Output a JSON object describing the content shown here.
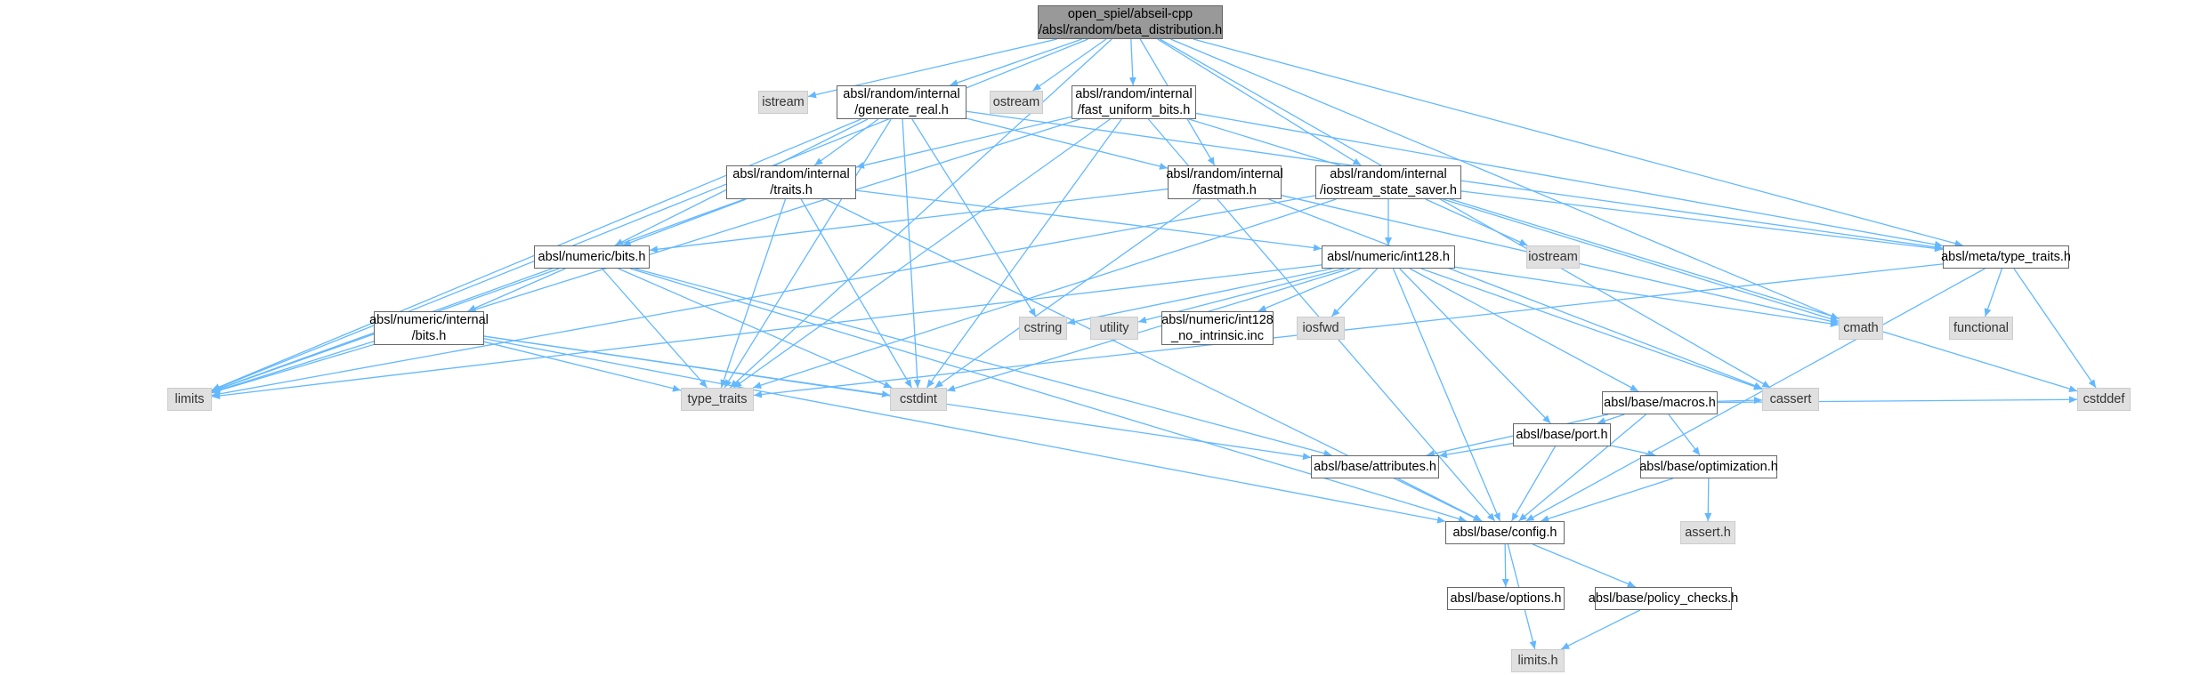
{
  "diagram": {
    "nodes": [
      {
        "id": "root",
        "kind": "root",
        "lines": [
          "open_spiel/abseil-cpp",
          "/absl/random/beta_distribution.h"
        ]
      },
      {
        "id": "istream",
        "kind": "sys",
        "lines": [
          "istream"
        ]
      },
      {
        "id": "generate_real",
        "kind": "file",
        "lines": [
          "absl/random/internal",
          "/generate_real.h"
        ]
      },
      {
        "id": "ostream",
        "kind": "sys",
        "lines": [
          "ostream"
        ]
      },
      {
        "id": "fast_uniform_bits",
        "kind": "file",
        "lines": [
          "absl/random/internal",
          "/fast_uniform_bits.h"
        ]
      },
      {
        "id": "traits",
        "kind": "file",
        "lines": [
          "absl/random/internal",
          "/traits.h"
        ]
      },
      {
        "id": "fastmath",
        "kind": "file",
        "lines": [
          "absl/random/internal",
          "/fastmath.h"
        ]
      },
      {
        "id": "iostream_state_saver",
        "kind": "file",
        "lines": [
          "absl/random/internal",
          "/iostream_state_saver.h"
        ]
      },
      {
        "id": "numeric_bits",
        "kind": "file",
        "lines": [
          "absl/numeric/bits.h"
        ]
      },
      {
        "id": "int128",
        "kind": "file",
        "lines": [
          "absl/numeric/int128.h"
        ]
      },
      {
        "id": "iostream",
        "kind": "sys",
        "lines": [
          "iostream"
        ]
      },
      {
        "id": "meta_type_traits",
        "kind": "file",
        "lines": [
          "absl/meta/type_traits.h"
        ]
      },
      {
        "id": "numeric_internal_bits",
        "kind": "file",
        "lines": [
          "absl/numeric/internal",
          "/bits.h"
        ]
      },
      {
        "id": "cstring",
        "kind": "sys",
        "lines": [
          "cstring"
        ]
      },
      {
        "id": "utility",
        "kind": "sys",
        "lines": [
          "utility"
        ]
      },
      {
        "id": "int128_inc",
        "kind": "file",
        "lines": [
          "absl/numeric/int128",
          "_no_intrinsic.inc"
        ]
      },
      {
        "id": "iosfwd",
        "kind": "sys",
        "lines": [
          "iosfwd"
        ]
      },
      {
        "id": "cmath",
        "kind": "sys",
        "lines": [
          "cmath"
        ]
      },
      {
        "id": "functional",
        "kind": "sys",
        "lines": [
          "functional"
        ]
      },
      {
        "id": "limits",
        "kind": "sys",
        "lines": [
          "limits"
        ]
      },
      {
        "id": "type_traits",
        "kind": "sys",
        "lines": [
          "type_traits"
        ]
      },
      {
        "id": "cstdint",
        "kind": "sys",
        "lines": [
          "cstdint"
        ]
      },
      {
        "id": "macros",
        "kind": "file",
        "lines": [
          "absl/base/macros.h"
        ]
      },
      {
        "id": "cassert",
        "kind": "sys",
        "lines": [
          "cassert"
        ]
      },
      {
        "id": "cstddef",
        "kind": "sys",
        "lines": [
          "cstddef"
        ]
      },
      {
        "id": "port",
        "kind": "file",
        "lines": [
          "absl/base/port.h"
        ]
      },
      {
        "id": "attributes",
        "kind": "file",
        "lines": [
          "absl/base/attributes.h"
        ]
      },
      {
        "id": "optimization",
        "kind": "file",
        "lines": [
          "absl/base/optimization.h"
        ]
      },
      {
        "id": "assert_h",
        "kind": "sys",
        "lines": [
          "assert.h"
        ]
      },
      {
        "id": "config",
        "kind": "file",
        "lines": [
          "absl/base/config.h"
        ]
      },
      {
        "id": "options",
        "kind": "file",
        "lines": [
          "absl/base/options.h"
        ]
      },
      {
        "id": "policy_checks",
        "kind": "file",
        "lines": [
          "absl/base/policy_checks.h"
        ]
      },
      {
        "id": "limits_h",
        "kind": "sys",
        "lines": [
          "limits.h"
        ]
      }
    ],
    "edges": [
      [
        "root",
        "limits"
      ],
      [
        "root",
        "istream"
      ],
      [
        "root",
        "generate_real"
      ],
      [
        "root",
        "ostream"
      ],
      [
        "root",
        "fast_uniform_bits"
      ],
      [
        "root",
        "fastmath"
      ],
      [
        "root",
        "iostream_state_saver"
      ],
      [
        "root",
        "meta_type_traits"
      ],
      [
        "root",
        "type_traits"
      ],
      [
        "root",
        "cmath"
      ],
      [
        "root",
        "cassert"
      ],
      [
        "generate_real",
        "cstdint"
      ],
      [
        "generate_real",
        "cstring"
      ],
      [
        "generate_real",
        "limits"
      ],
      [
        "generate_real",
        "type_traits"
      ],
      [
        "generate_real",
        "numeric_bits"
      ],
      [
        "generate_real",
        "fastmath"
      ],
      [
        "generate_real",
        "traits"
      ],
      [
        "generate_real",
        "meta_type_traits"
      ],
      [
        "fast_uniform_bits",
        "cstddef"
      ],
      [
        "fast_uniform_bits",
        "cstdint"
      ],
      [
        "fast_uniform_bits",
        "limits"
      ],
      [
        "fast_uniform_bits",
        "type_traits"
      ],
      [
        "fast_uniform_bits",
        "config"
      ],
      [
        "fast_uniform_bits",
        "meta_type_traits"
      ],
      [
        "fast_uniform_bits",
        "traits"
      ],
      [
        "traits",
        "cstdint"
      ],
      [
        "traits",
        "limits"
      ],
      [
        "traits",
        "type_traits"
      ],
      [
        "traits",
        "numeric_bits"
      ],
      [
        "traits",
        "int128"
      ],
      [
        "traits",
        "config"
      ],
      [
        "fastmath",
        "cassert"
      ],
      [
        "fastmath",
        "cmath"
      ],
      [
        "fastmath",
        "cstdint"
      ],
      [
        "fastmath",
        "numeric_bits"
      ],
      [
        "iostream_state_saver",
        "cmath"
      ],
      [
        "iostream_state_saver",
        "iostream"
      ],
      [
        "iostream_state_saver",
        "limits"
      ],
      [
        "iostream_state_saver",
        "type_traits"
      ],
      [
        "iostream_state_saver",
        "meta_type_traits"
      ],
      [
        "iostream_state_saver",
        "int128"
      ],
      [
        "numeric_bits",
        "cstdint"
      ],
      [
        "numeric_bits",
        "limits"
      ],
      [
        "numeric_bits",
        "type_traits"
      ],
      [
        "numeric_bits",
        "attributes"
      ],
      [
        "numeric_bits",
        "config"
      ],
      [
        "numeric_bits",
        "numeric_internal_bits"
      ],
      [
        "numeric_internal_bits",
        "cstdint"
      ],
      [
        "numeric_internal_bits",
        "limits"
      ],
      [
        "numeric_internal_bits",
        "type_traits"
      ],
      [
        "numeric_internal_bits",
        "attributes"
      ],
      [
        "numeric_internal_bits",
        "config"
      ],
      [
        "int128",
        "cassert"
      ],
      [
        "int128",
        "cmath"
      ],
      [
        "int128",
        "cstdint"
      ],
      [
        "int128",
        "cstring"
      ],
      [
        "int128",
        "iosfwd"
      ],
      [
        "int128",
        "limits"
      ],
      [
        "int128",
        "utility"
      ],
      [
        "int128",
        "config"
      ],
      [
        "int128",
        "macros"
      ],
      [
        "int128",
        "port"
      ],
      [
        "int128",
        "int128_inc"
      ],
      [
        "meta_type_traits",
        "cstddef"
      ],
      [
        "meta_type_traits",
        "functional"
      ],
      [
        "meta_type_traits",
        "type_traits"
      ],
      [
        "meta_type_traits",
        "config"
      ],
      [
        "macros",
        "cassert"
      ],
      [
        "macros",
        "cstddef"
      ],
      [
        "macros",
        "attributes"
      ],
      [
        "macros",
        "config"
      ],
      [
        "macros",
        "optimization"
      ],
      [
        "macros",
        "port"
      ],
      [
        "port",
        "attributes"
      ],
      [
        "port",
        "config"
      ],
      [
        "port",
        "optimization"
      ],
      [
        "attributes",
        "config"
      ],
      [
        "optimization",
        "assert_h"
      ],
      [
        "optimization",
        "config"
      ],
      [
        "config",
        "limits_h"
      ],
      [
        "config",
        "options"
      ],
      [
        "config",
        "policy_checks"
      ],
      [
        "policy_checks",
        "limits_h"
      ]
    ],
    "colors": {
      "edge": "#63b8ff",
      "node_border": "#666666",
      "sys_fill": "#e0e0e0",
      "root_fill": "#999999"
    }
  }
}
